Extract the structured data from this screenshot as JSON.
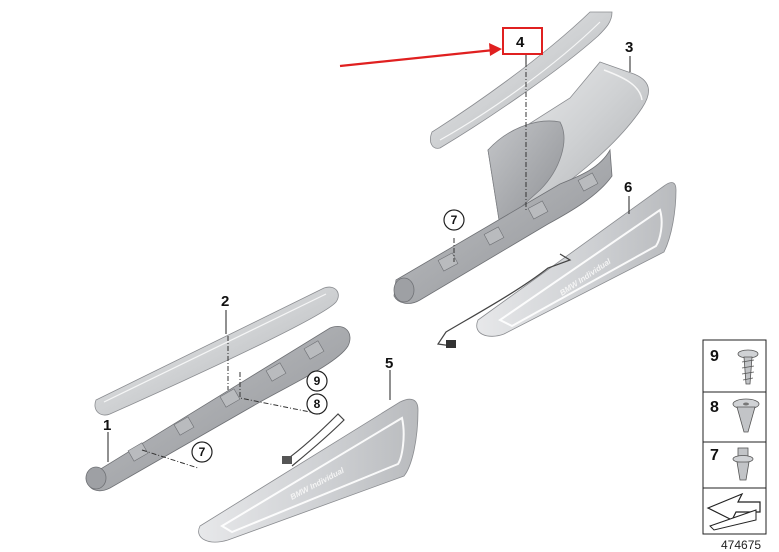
{
  "callouts": {
    "c1": "1",
    "c2": "2",
    "c3": "3",
    "c4": "4",
    "c5": "5",
    "c6": "6"
  },
  "circled": {
    "a": "7",
    "b": "7",
    "c": "8",
    "d": "9"
  },
  "legend": {
    "l9": "9",
    "l8": "8",
    "l7": "7"
  },
  "badge_text": "BMW Individual",
  "reference_number": "474675",
  "colors": {
    "highlight": "#e02020",
    "part_fill": "#d9dadc",
    "part_shade": "#b8babd",
    "line": "#222222"
  }
}
